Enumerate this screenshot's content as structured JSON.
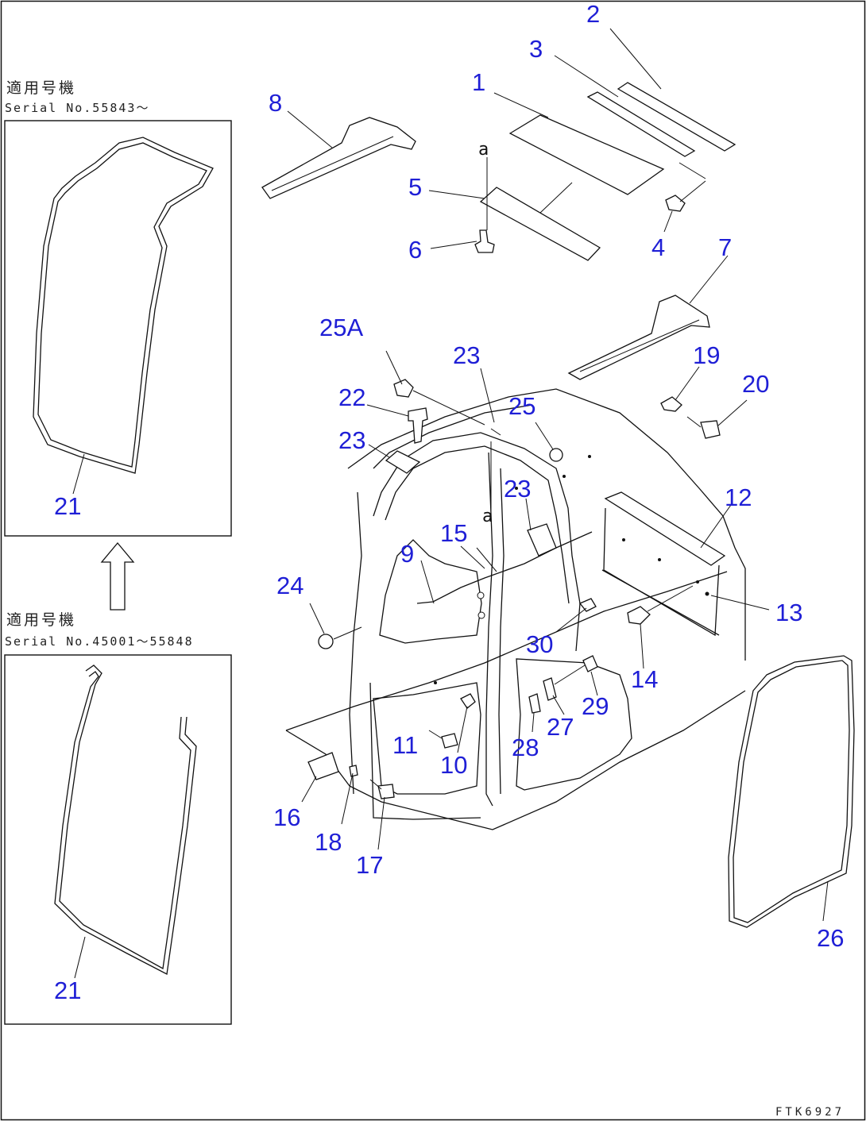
{
  "inset_top": {
    "applicable_label": "適用号機",
    "serial_label": "Serial No.55843～",
    "part_no": "21"
  },
  "inset_bottom": {
    "applicable_label": "適用号機",
    "serial_label": "Serial No.45001～55848",
    "part_no": "21"
  },
  "reference_marks": [
    "a",
    "a"
  ],
  "callouts": {
    "c1": "1",
    "c2": "2",
    "c3": "3",
    "c4": "4",
    "c5": "5",
    "c6": "6",
    "c7": "7",
    "c8": "8",
    "c9": "9",
    "c10": "10",
    "c11": "11",
    "c12": "12",
    "c13": "13",
    "c14": "14",
    "c15": "15",
    "c16": "16",
    "c17": "17",
    "c18": "18",
    "c19": "19",
    "c20": "20",
    "c22": "22",
    "c23a": "23",
    "c23b": "23",
    "c23c": "23",
    "c24": "24",
    "c25": "25",
    "c25a": "25A",
    "c26": "26",
    "c27": "27",
    "c28": "28",
    "c29": "29",
    "c30": "30"
  },
  "drawing_code": "FTK6927",
  "colors": {
    "callout": "#1f1fd6",
    "line": "#111111",
    "background": "#ffffff"
  }
}
